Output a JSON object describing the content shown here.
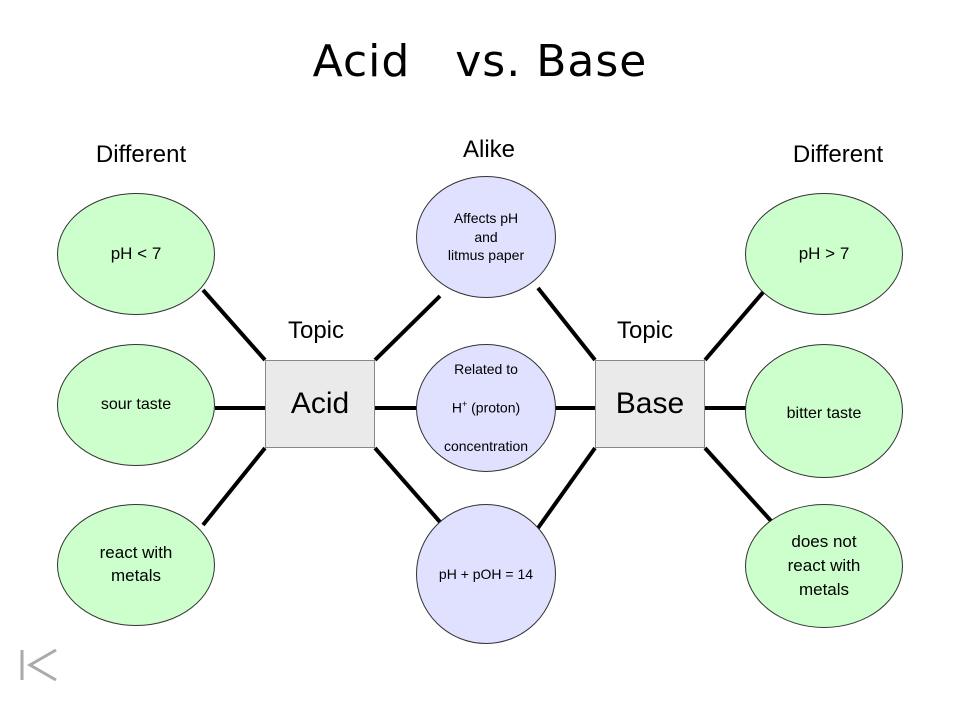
{
  "title": "Acid   vs. Base",
  "headings": {
    "left_different": "Different",
    "center_alike": "Alike",
    "right_different": "Different",
    "left_topic": "Topic",
    "right_topic": "Topic"
  },
  "topics": {
    "acid": "Acid",
    "base": "Base"
  },
  "acid_properties": [
    "pH  <  7",
    "sour taste",
    "react with\nmetals"
  ],
  "shared_properties": {
    "top": "Affects pH\nand\n litmus paper",
    "middle_line1": "Related to",
    "middle_h": "H",
    "middle_plus": "+",
    "middle_proton": " (proton)",
    "middle_line3": "concentration",
    "bottom": "pH + pOH = 14"
  },
  "base_properties": [
    "pH  >  7",
    "bitter taste",
    "does not\nreact with\nmetals"
  ],
  "colors": {
    "different_oval": "#ccffcc",
    "alike_oval": "#e0e0ff",
    "topic_box": "#eaeaea",
    "connector": "#000000"
  },
  "icons": {
    "nav": "first-slide-icon"
  }
}
